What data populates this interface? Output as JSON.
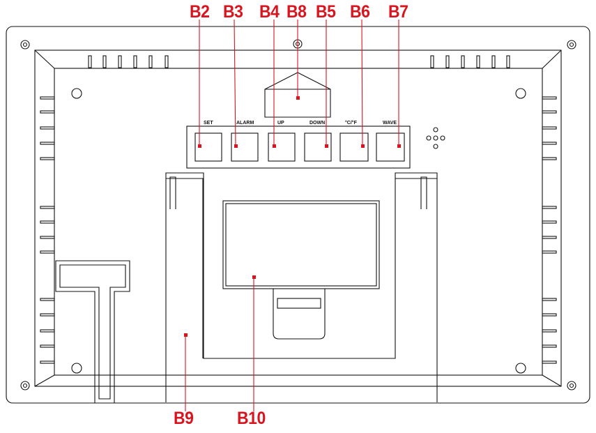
{
  "callouts": {
    "b2": "B2",
    "b3": "B3",
    "b4": "B4",
    "b8": "B8",
    "b5": "B5",
    "b6": "B6",
    "b7": "B7",
    "b9": "B9",
    "b10": "B10"
  },
  "buttons": {
    "set": "SET",
    "alarm": "ALARM",
    "up": "UP",
    "down": "DOWN",
    "unit": "°C/°F",
    "wave": "WAVE"
  },
  "colors": {
    "callout": "#d9141e",
    "line": "#111111"
  }
}
